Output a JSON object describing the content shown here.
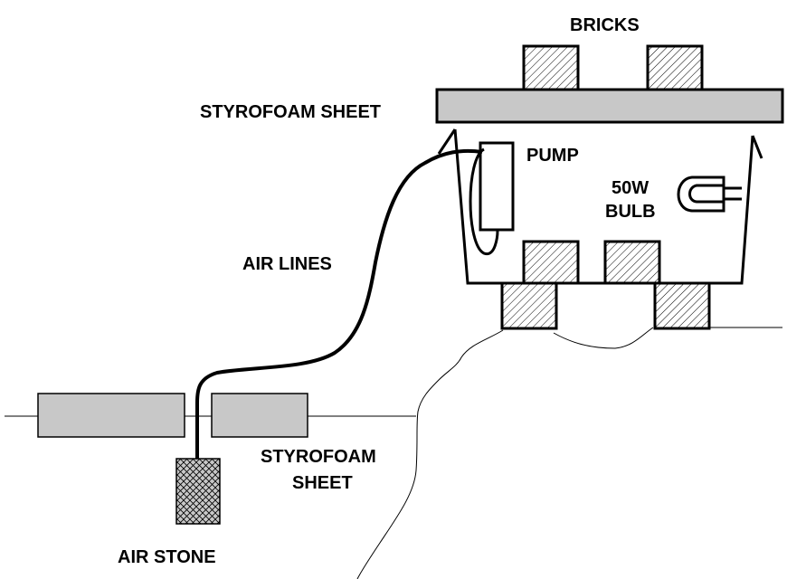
{
  "diagram": {
    "labels": {
      "bricks": "BRICKS",
      "styrofoam_top": "STYROFOAM SHEET",
      "pump": "PUMP",
      "bulb_line1": "50W",
      "bulb_line2": "BULB",
      "air_lines": "AIR LINES",
      "styrofoam_bottom_line1": "STYROFOAM",
      "styrofoam_bottom_line2": "SHEET",
      "air_stone": "AIR STONE"
    },
    "colors": {
      "styrofoam_fill": "#c8c8c8",
      "stroke": "#000000",
      "background": "#ffffff"
    }
  }
}
